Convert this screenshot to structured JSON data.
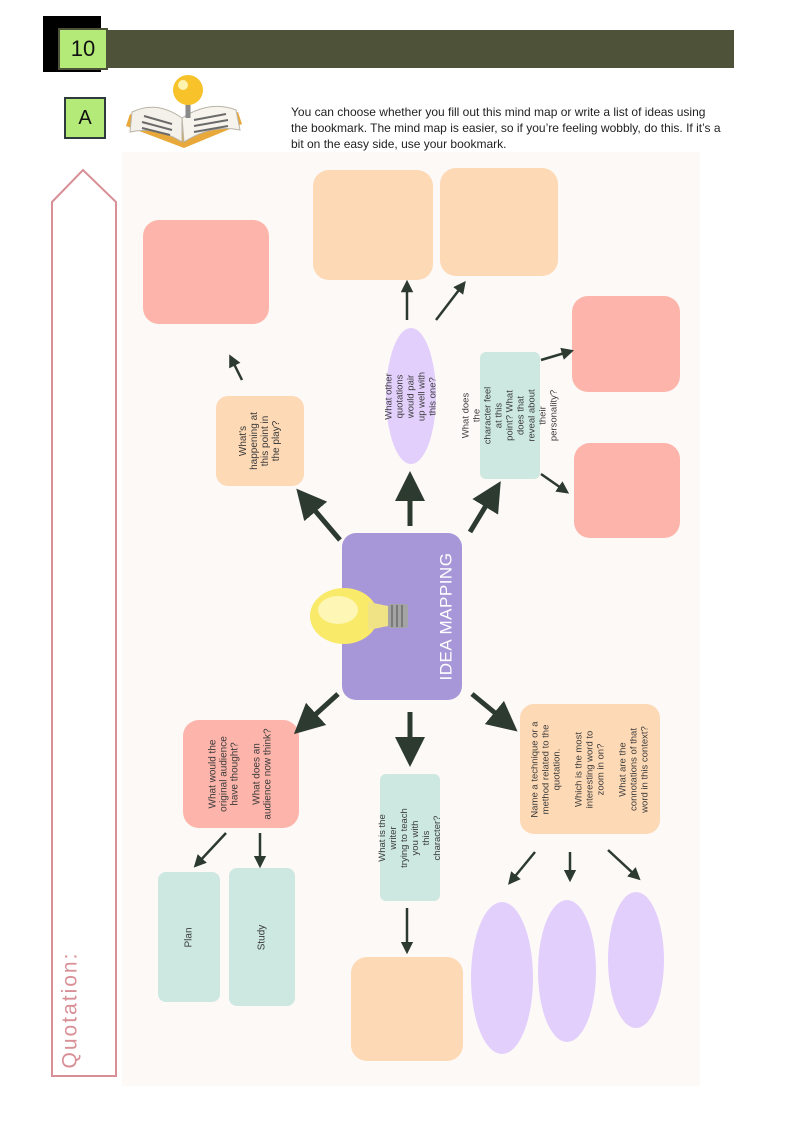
{
  "header": {
    "page_number": "10",
    "section_letter": "A"
  },
  "intro": {
    "text": "You can choose whether you fill out this mind map or write a list of ideas using the  bookmark. The mind map is  easier, so if you’re feeling wobbly, do this. If it’s a bit on the easy side, use your bookmark."
  },
  "sidebar": {
    "label": "Quotation:"
  },
  "center": {
    "title": "IDEA MAPPING"
  },
  "prompts": {
    "happening": "What's\nhappening at\nthis point in\nthe play?",
    "quotations": "What other quotations\nwould pair up well with\nthis one?",
    "character": "What does the\ncharacter feel at this\npoint? What does that\nreveal about their\npersonality?",
    "audience": "What would the\noriginal audience\nhave thought?\n\nWhat does an\naudience now think?",
    "writer": "What is the writer\ntrying to teach you with\nthis character?",
    "technique": "Name a technique or a\nmethod related to the\nquotation.\n\nWhich is the most\ninteresting word to\nzoom in on?\n\nWhat are the\nconnotations of that\nword in this context?"
  },
  "sub_boxes": {
    "plan": "Plan",
    "study": "Study"
  },
  "colors": {
    "header": "#4d5238",
    "badge": "#b4ea78",
    "peach": "#fdd9b5",
    "pink": "#fdb5ab",
    "lavender": "#e2cffb",
    "mint": "#cce8e0",
    "purple": "#a897d8",
    "arrow": "#2c3a30",
    "sidebar_border": "#d88f95"
  },
  "icons": {
    "book": "open-book-icon",
    "bulb": "lightbulb-icon"
  }
}
